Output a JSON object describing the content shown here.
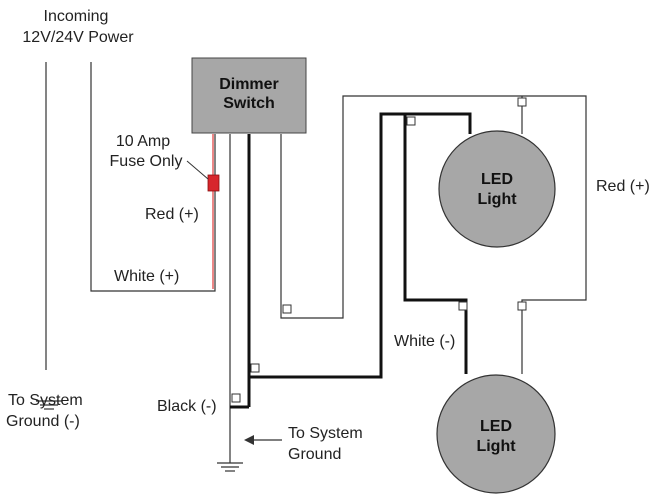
{
  "labels": {
    "incoming_power_line1": "Incoming",
    "incoming_power_line2": "12V/24V Power",
    "dimmer_line1": "Dimmer",
    "dimmer_line2": "Switch",
    "fuse_line1": "10 Amp",
    "fuse_line2": "Fuse Only",
    "red_plus_left": "Red (+)",
    "white_plus": "White (+)",
    "red_plus_right": "Red (+)",
    "white_minus": "White (-)",
    "black_minus": "Black (-)",
    "led_top_line1": "LED",
    "led_top_line2": "Light",
    "led_bottom_line1": "LED",
    "led_bottom_line2": "Light",
    "ground_left_line1": "To System",
    "ground_left_line2": "Ground (-)",
    "ground_right_line1": "To System",
    "ground_right_line2": "Ground"
  },
  "colors": {
    "dimmer_fill": "#a7a7a7",
    "led_fill": "#a7a7a7",
    "fuse": "#d7262c",
    "red_wire": "#e03a3a",
    "wire": "#333333"
  }
}
